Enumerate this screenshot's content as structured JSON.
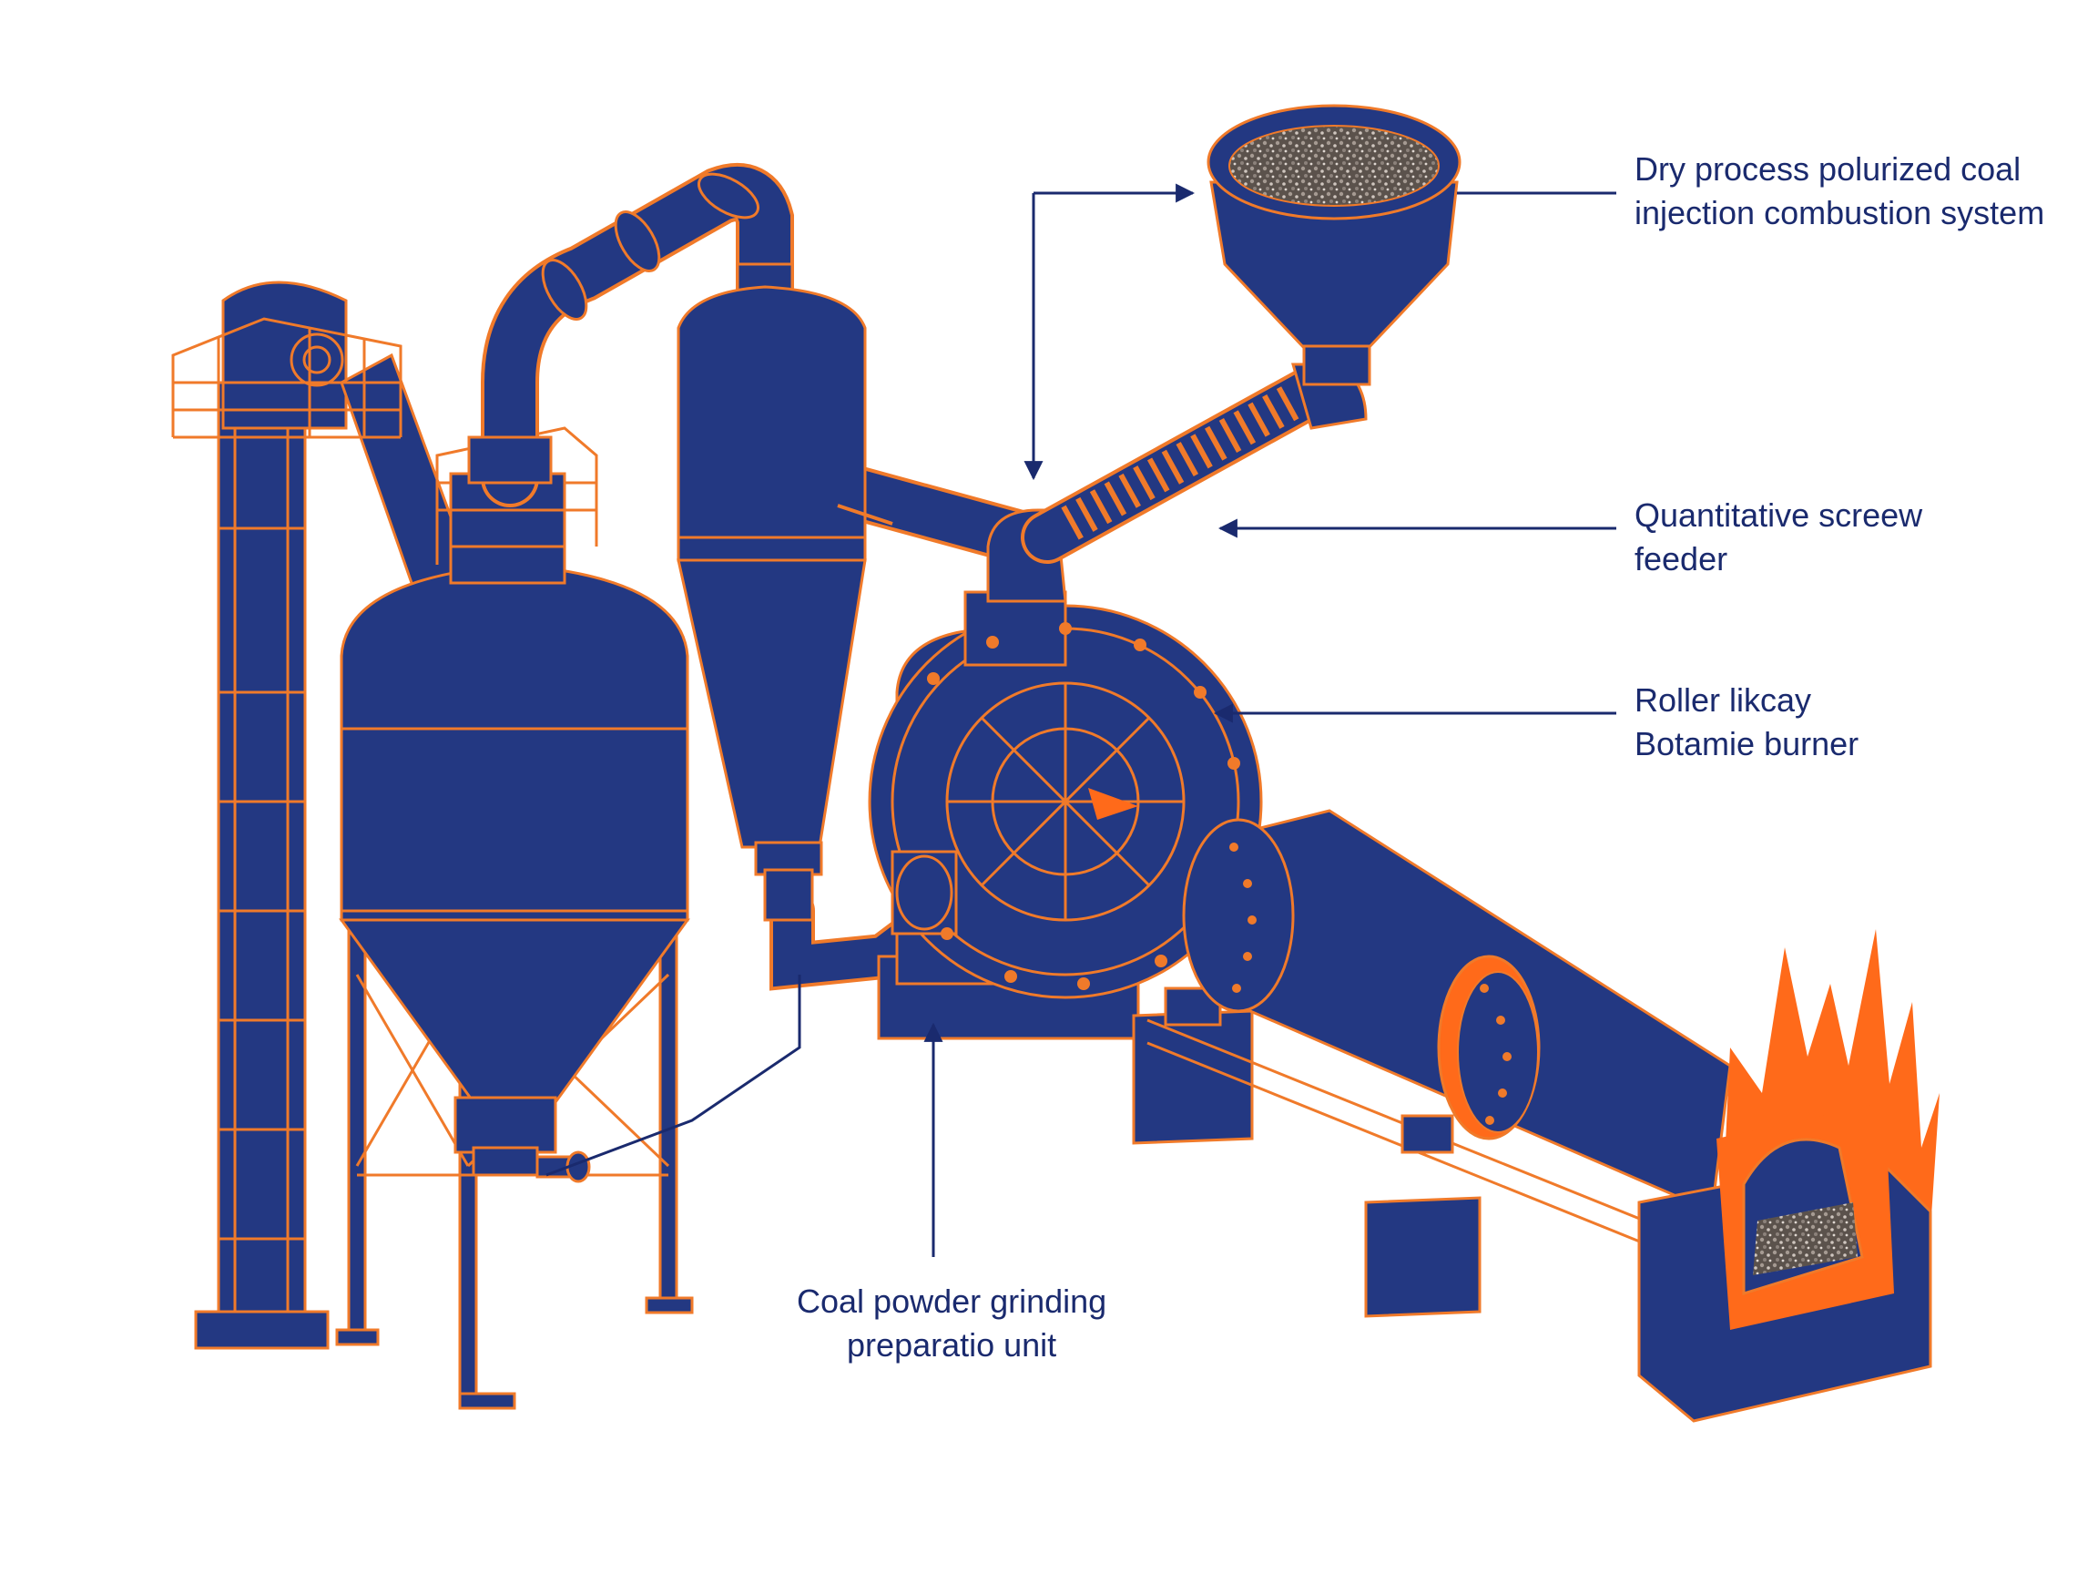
{
  "labels": {
    "system": {
      "line1": "Dry process polurized coal",
      "line2": "injection combustion system"
    },
    "feeder": {
      "line1": "Quantitative screew",
      "line2": "feeder"
    },
    "burner": {
      "line1": "Roller likcay",
      "line2": "Botamie burner"
    },
    "grinding": {
      "line1": "Coal powder grinding",
      "line2": "preparatio unit"
    }
  },
  "colors": {
    "body": "#233882",
    "outline": "#f07a2a",
    "flame": "#ff6a1a",
    "coal": "#8a7f78",
    "text": "#1a2a6e",
    "leader": "#1a2a6e"
  }
}
